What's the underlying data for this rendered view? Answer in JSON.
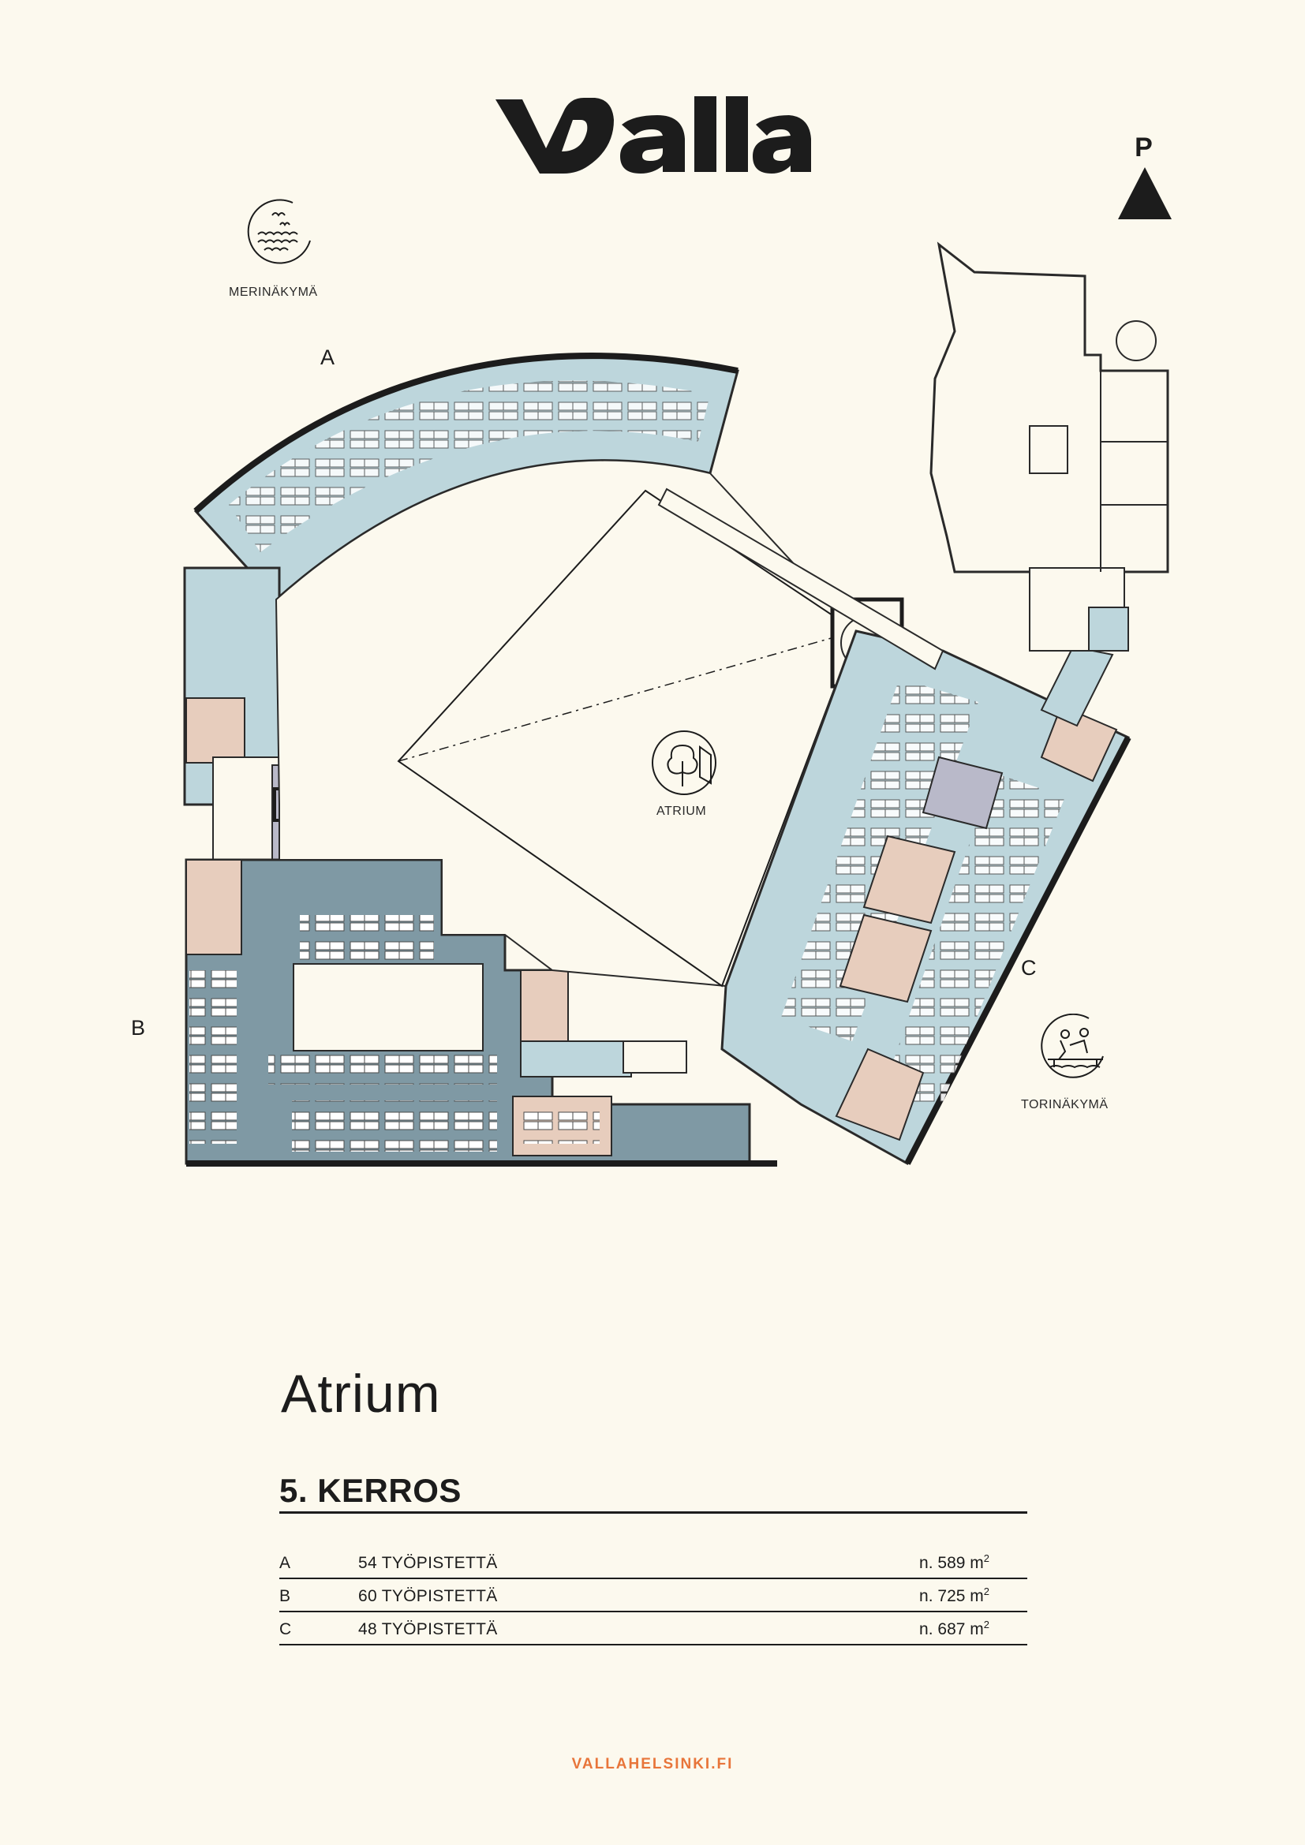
{
  "brand": {
    "logo_text": "Valla",
    "accent_color": "#e8753a"
  },
  "compass": {
    "label": "P",
    "icon": "north-arrow-icon"
  },
  "views": {
    "sea": {
      "label": "MERINÄKYMÄ",
      "icon": "sea-view-icon"
    },
    "square": {
      "label": "TORINÄKYMÄ",
      "icon": "square-view-icon"
    }
  },
  "plan": {
    "zones": {
      "a": "A",
      "b": "B",
      "c": "C"
    },
    "atrium_label": "ATRIUM",
    "atrium_icon": "tree-icon",
    "colors": {
      "zone_a_c": "#bdd6dc",
      "zone_b": "#7f99a4",
      "meeting_rooms": "#e7cdbd",
      "core": "#b9b9c9",
      "background": "#fcf9ee"
    }
  },
  "title": {
    "building": "Atrium",
    "floor": "5. KERROS"
  },
  "areas": [
    {
      "zone": "A",
      "seats": "54 TYÖPISTETTÄ",
      "area": "n. 589 m",
      "unit_sup": "2"
    },
    {
      "zone": "B",
      "seats": "60 TYÖPISTETTÄ",
      "area": "n. 725 m",
      "unit_sup": "2"
    },
    {
      "zone": "C",
      "seats": "48 TYÖPISTETTÄ",
      "area": "n. 687 m",
      "unit_sup": "2"
    }
  ],
  "footer": {
    "url": "VALLAHELSINKI.FI"
  }
}
